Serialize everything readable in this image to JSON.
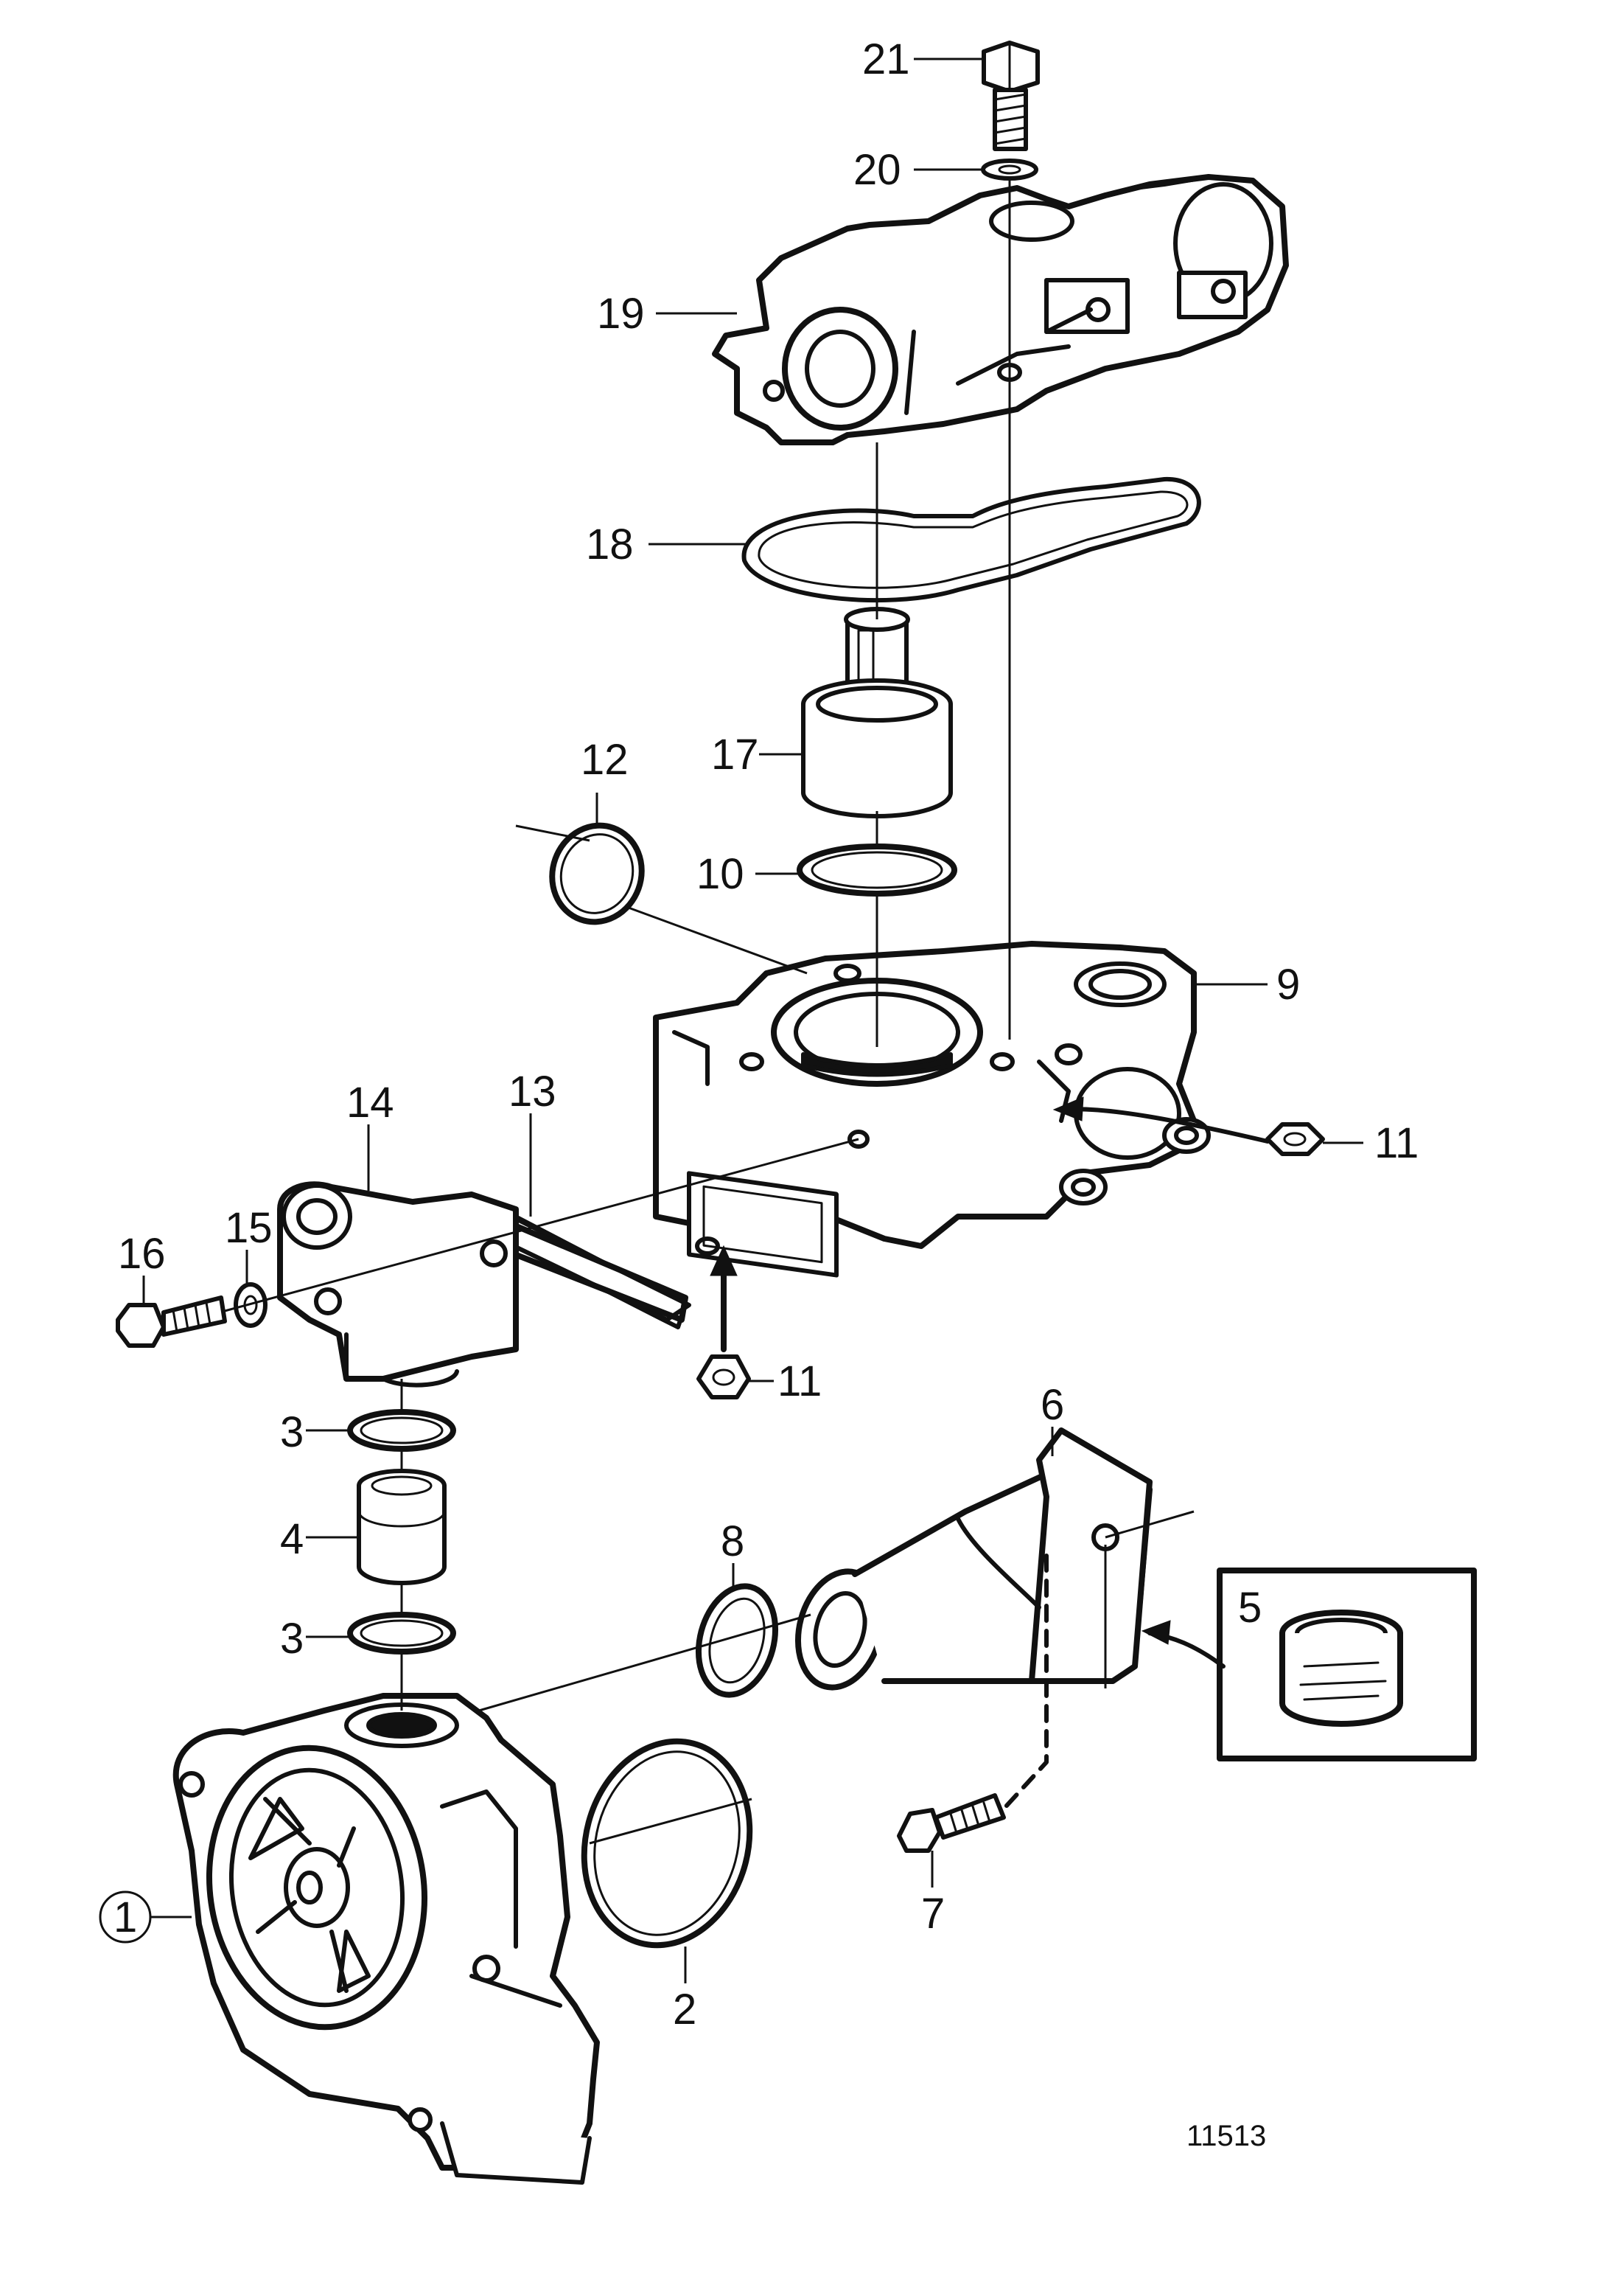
{
  "callouts": [
    {
      "id": "p1",
      "text": "1"
    },
    {
      "id": "p2",
      "text": "2"
    },
    {
      "id": "p3a",
      "text": "3"
    },
    {
      "id": "p3b",
      "text": "3"
    },
    {
      "id": "p4",
      "text": "4"
    },
    {
      "id": "p5",
      "text": "5"
    },
    {
      "id": "p6",
      "text": "6"
    },
    {
      "id": "p7",
      "text": "7"
    },
    {
      "id": "p8",
      "text": "8"
    },
    {
      "id": "p9",
      "text": "9"
    },
    {
      "id": "p10",
      "text": "10"
    },
    {
      "id": "p11a",
      "text": "11"
    },
    {
      "id": "p11b",
      "text": "11"
    },
    {
      "id": "p12",
      "text": "12"
    },
    {
      "id": "p13",
      "text": "13"
    },
    {
      "id": "p14",
      "text": "14"
    },
    {
      "id": "p15",
      "text": "15"
    },
    {
      "id": "p16",
      "text": "16"
    },
    {
      "id": "p17",
      "text": "17"
    },
    {
      "id": "p18",
      "text": "18"
    },
    {
      "id": "p19",
      "text": "19"
    },
    {
      "id": "p20",
      "text": "20"
    },
    {
      "id": "p21",
      "text": "21"
    }
  ],
  "drawing_number": "11513"
}
